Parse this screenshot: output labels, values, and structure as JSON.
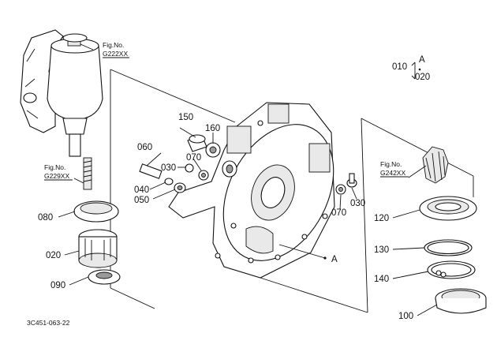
{
  "figure_refs": [
    {
      "fig_label": "Fig.No.",
      "fig_code": "G222XX"
    },
    {
      "fig_label": "Fig.No.",
      "fig_code": "G229XX"
    },
    {
      "fig_label": "Fig.No.",
      "fig_code": "G242XX"
    }
  ],
  "legend": {
    "top": "010",
    "mid": "A",
    "bottom": "020"
  },
  "callouts": [
    "150",
    "160",
    "060",
    "030",
    "070",
    "040",
    "050",
    "080",
    "020",
    "090",
    "070",
    "030",
    "120",
    "130",
    "140",
    "100"
  ],
  "point_a": "A",
  "drawing_code": "3C451-063-22"
}
